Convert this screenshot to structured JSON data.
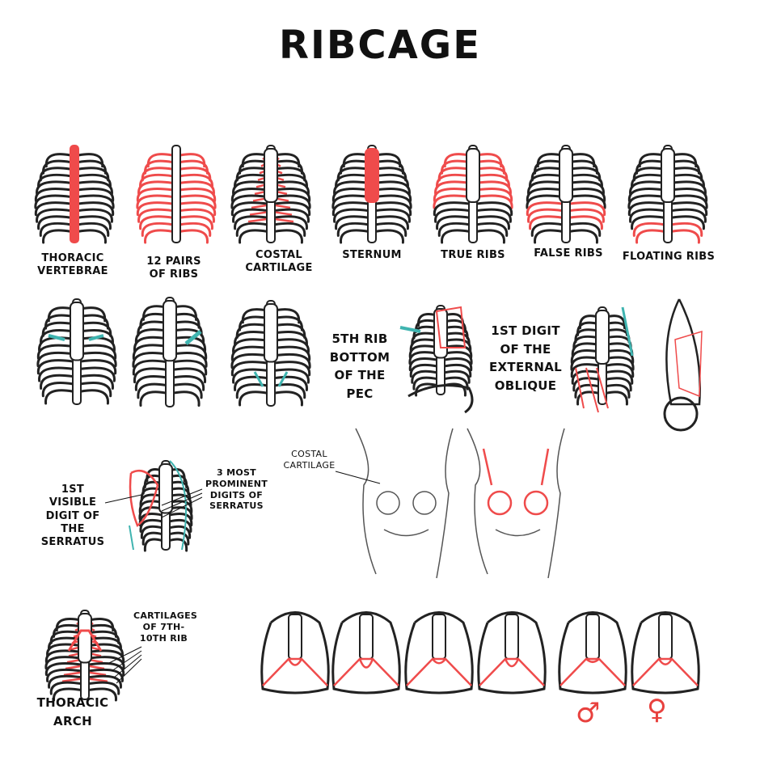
{
  "title": "RIBCAGE",
  "colors": {
    "ink": "#222222",
    "highlight": "#ef4b4b",
    "muscle_teal": "#3fb4b0"
  },
  "row1": [
    {
      "label": "THORACIC VERTEBRAE",
      "highlight": "spine"
    },
    {
      "label": "12 PAIRS OF RIBS",
      "highlight": "ribs"
    },
    {
      "label": "COSTAL CARTILAGE",
      "highlight": "cartilage"
    },
    {
      "label": "STERNUM",
      "highlight": "sternum"
    },
    {
      "label": "TRUE RIBS",
      "highlight": "true"
    },
    {
      "label": "FALSE RIBS",
      "highlight": "false"
    },
    {
      "label": "FLOATING RIBS",
      "highlight": "floating"
    }
  ],
  "row2": {
    "pec_label": "5TH RIB BOTTOM OF THE PEC",
    "oblique_label": "1ST DIGIT OF THE EXTERNAL OBLIQUE"
  },
  "row3": {
    "serratus_first": "1ST VISIBLE DIGIT OF THE SERRATUS",
    "serratus_three": "3 MOST PROMINENT DIGITS OF SERRATUS",
    "costal": "COSTAL CARTILAGE"
  },
  "row4": {
    "arch_label": "THORACIC ARCH",
    "cartilages_label": "CARTILAGES OF 7TH-10TH RIB",
    "male_symbol": "♂",
    "female_symbol": "♀"
  }
}
